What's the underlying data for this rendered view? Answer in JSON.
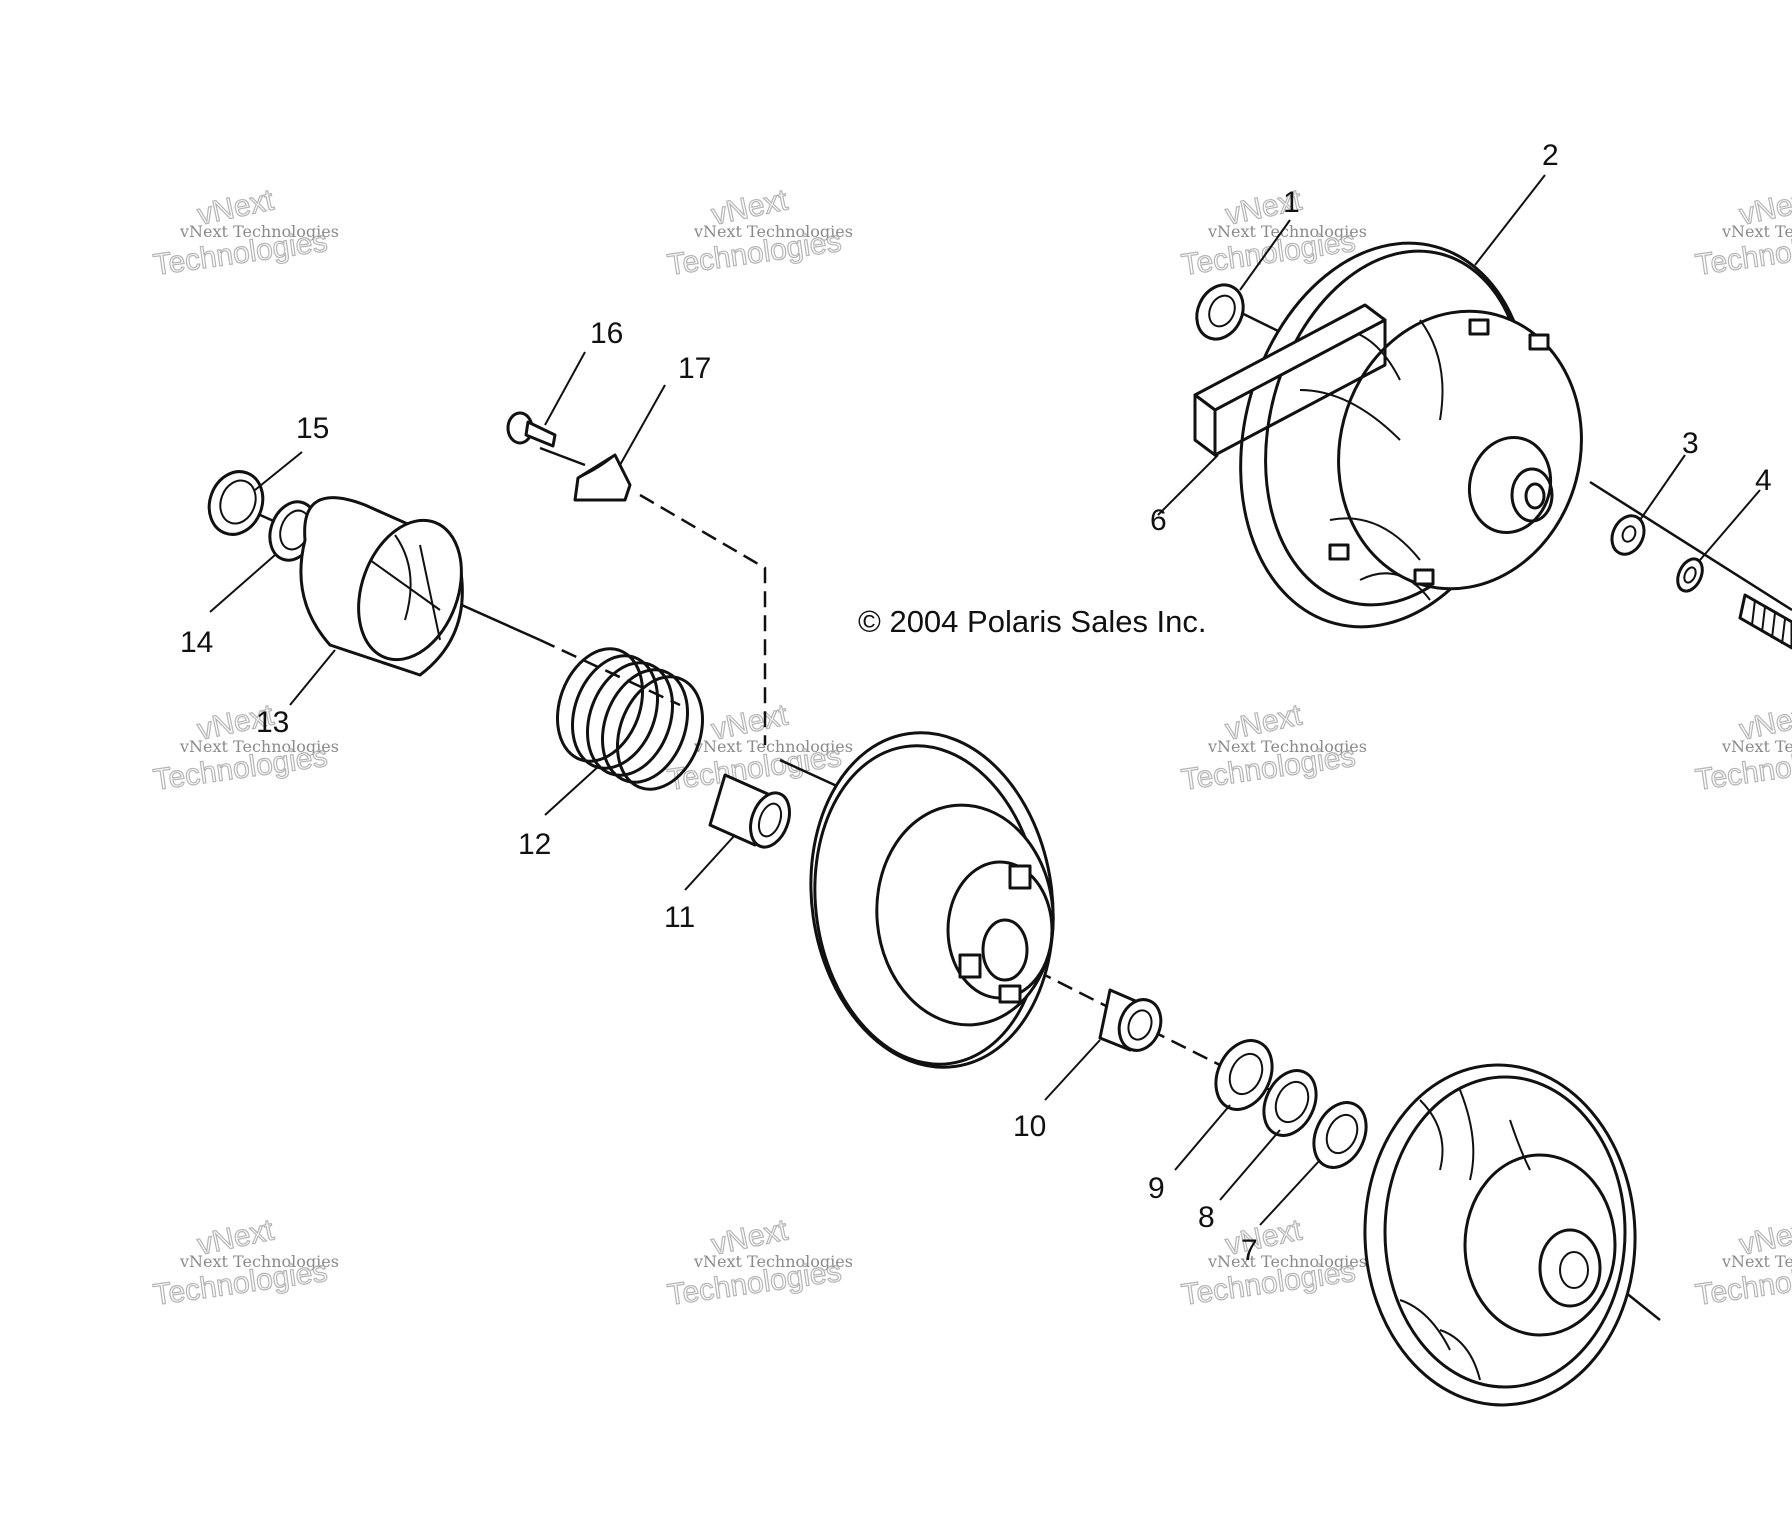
{
  "copyright": "© 2004 Polaris Sales Inc.",
  "watermark": {
    "line1": "vNext",
    "line2": "vNext Technologies",
    "line3": "Technologies"
  },
  "callouts": [
    "1",
    "2",
    "3",
    "4",
    "6",
    "7",
    "8",
    "9",
    "10",
    "11",
    "12",
    "13",
    "14",
    "15",
    "16",
    "17"
  ]
}
